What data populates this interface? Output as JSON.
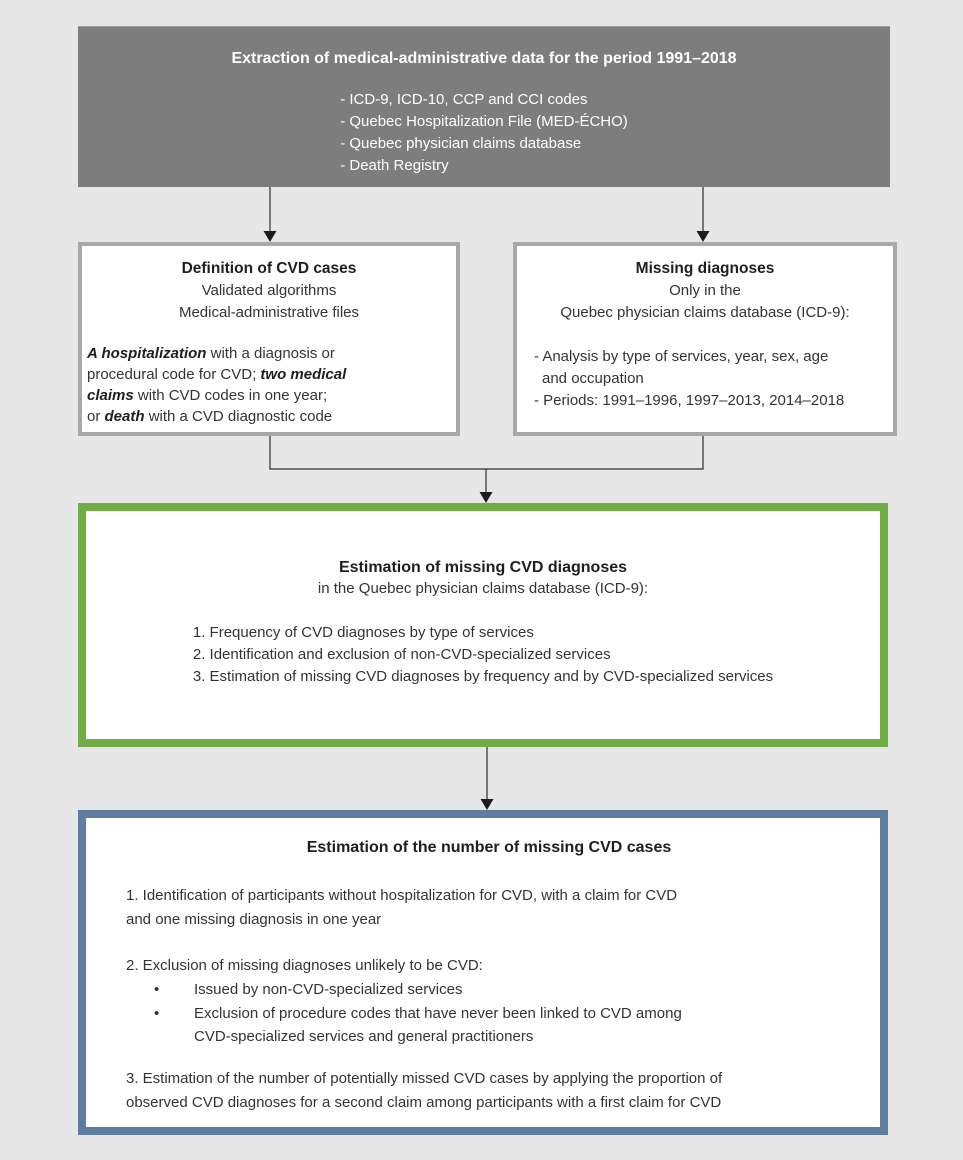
{
  "colors": {
    "background": "#e7e7e7",
    "extraction_box_fill": "#7d7d7d",
    "extraction_text": "#ffffff",
    "white_box_border": "#a8a8a8",
    "green_border": "#70ad47",
    "blue_border": "#5e7d9f",
    "arrow": "#2f2f2f",
    "body_text": "#333333"
  },
  "diagram": {
    "extraction": {
      "title": "Extraction of medical-administrative data for the period 1991–2018",
      "items": [
        "- ICD-9, ICD-10, CCP and CCI codes",
        "- Quebec Hospitalization File (MED-ÉCHO)",
        "- Quebec physician claims database",
        "- Death Registry"
      ]
    },
    "definition": {
      "title": "Definition of CVD cases",
      "subtitle_lines": [
        "Validated algorithms",
        "Medical-administrative files"
      ],
      "body_segments": [
        {
          "text": "A hospitalization",
          "emphasis": true
        },
        {
          "text": " with a diagnosis or\nprocedural code for CVD; ",
          "emphasis": false
        },
        {
          "text": "two medical\nclaims",
          "emphasis": true
        },
        {
          "text": " with CVD codes in one year;\nor ",
          "emphasis": false
        },
        {
          "text": "death",
          "emphasis": true
        },
        {
          "text": " with a CVD diagnostic code",
          "emphasis": false
        }
      ]
    },
    "missing": {
      "title": "Missing diagnoses",
      "subtitle_lines": [
        "Only in the",
        "Quebec physician claims database (ICD-9):"
      ],
      "item_lines": [
        "- Analysis by type of services, year, sex, age",
        "and occupation",
        "- Periods: 1991–1996, 1997–2013, 2014–2018"
      ]
    },
    "estimation_diagnoses": {
      "title": "Estimation of missing CVD diagnoses",
      "subtitle": "in the Quebec physician claims database (ICD-9):",
      "items": [
        "1. Frequency of CVD diagnoses by type of services",
        "2. Identification and exclusion of non-CVD-specialized services",
        "3. Estimation of missing CVD diagnoses by frequency and by CVD-specialized services"
      ]
    },
    "estimation_cases": {
      "title": "Estimation of the number of missing CVD cases",
      "step1": "1. Identification of participants without hospitalization for CVD, with a claim for CVD\nand one missing diagnosis in one year",
      "step2": "2. Exclusion of missing diagnoses unlikely to be CVD:",
      "bullet_marker": "•",
      "step2_bullets": [
        "Issued by non-CVD-specialized services",
        "Exclusion of procedure codes that have never been linked to CVD among\nCVD-specialized services and general practitioners"
      ],
      "step3": "3. Estimation of the number of potentially missed CVD cases by applying the proportion of\nobserved CVD diagnoses for a second claim among participants with a first claim for CVD"
    }
  }
}
